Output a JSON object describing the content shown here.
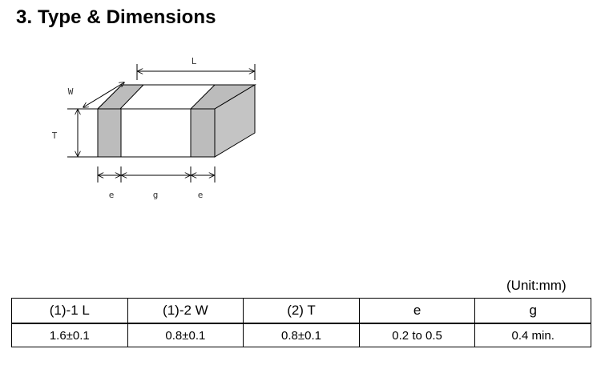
{
  "section": {
    "title": "3. Type & Dimensions"
  },
  "diagram": {
    "labels": {
      "length": "L",
      "width": "W",
      "thickness": "T",
      "electrode_left": "e",
      "gap": "g",
      "electrode_right": "e"
    },
    "colors": {
      "electrode": "#bcbcbc",
      "body": "#ffffff",
      "side": "#c4c4c4",
      "outline": "#000000"
    }
  },
  "table": {
    "unit_note": "(Unit:mm)",
    "headers": [
      "(1)-1 L",
      "(1)-2 W",
      "(2) T",
      "e",
      "g"
    ],
    "rows": [
      [
        "1.6±0.1",
        "0.8±0.1",
        "0.8±0.1",
        "0.2 to 0.5",
        "0.4 min."
      ]
    ]
  }
}
